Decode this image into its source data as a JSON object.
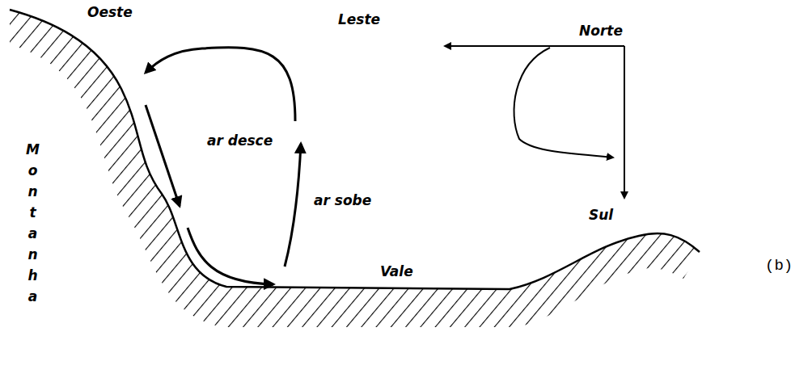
{
  "diagram": {
    "labels": [
      "Oeste",
      "Leste",
      "ar desce",
      "ar sobe",
      "Norte",
      "Sul",
      "Vale",
      "Montanha",
      "(b)"
    ]
  }
}
